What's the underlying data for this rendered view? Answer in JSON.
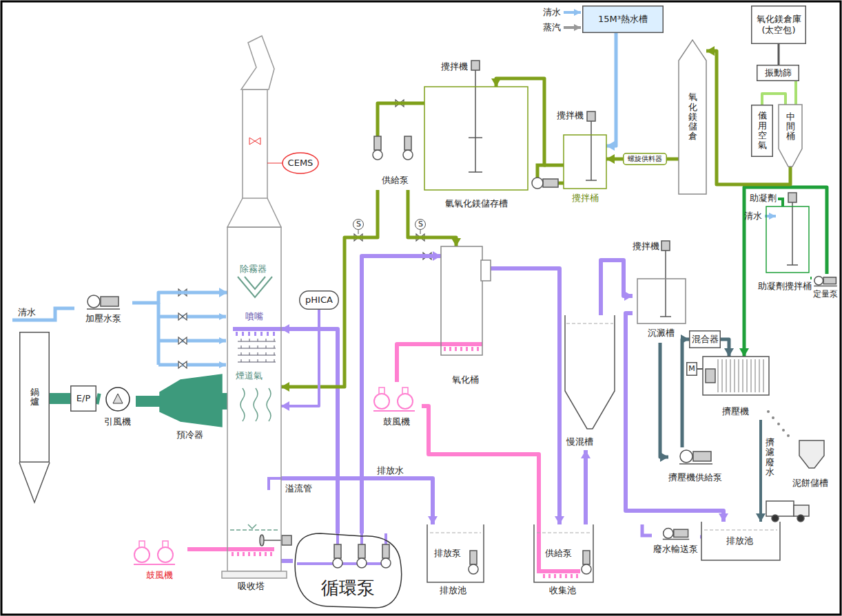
{
  "diagram": {
    "nodes": [
      {
        "text": [
          "鍋爐"
        ]
      },
      {
        "text": [
          "E/P"
        ]
      },
      {
        "text": [
          "引風機"
        ]
      },
      {
        "text": [
          "預冷器"
        ]
      },
      {
        "text": [
          "吸收塔"
        ]
      },
      {
        "text": [
          "CEMS"
        ]
      },
      {
        "text": [
          "pHICA"
        ]
      },
      {
        "text": [
          "加壓水泵"
        ]
      },
      {
        "text": [
          "循環泵"
        ]
      },
      {
        "text": [
          "鼓風機"
        ]
      },
      {
        "text": [
          "氧化桶"
        ]
      },
      {
        "text": [
          "鼓風機"
        ]
      },
      {
        "text": [
          "排放泵",
          "排放池"
        ]
      },
      {
        "text": [
          "供給泵",
          "收集池"
        ]
      },
      {
        "text": [
          "慢混槽"
        ]
      },
      {
        "text": [
          "沉澱槽"
        ]
      },
      {
        "text": [
          "混合器"
        ]
      },
      {
        "text": [
          "擠壓機"
        ]
      },
      {
        "text": [
          "擠壓機供給泵"
        ]
      },
      {
        "text": [
          "泥餅儲槽"
        ]
      },
      {
        "text": [
          "排放池"
        ]
      },
      {
        "text": [
          "廢水輸送泵"
        ]
      },
      {
        "text": [
          "助凝劑攪拌桶"
        ]
      },
      {
        "text": [
          "定量泵"
        ]
      },
      {
        "text": [
          "氫氧化鎂儲存槽"
        ]
      },
      {
        "text": [
          "供給泵"
        ]
      },
      {
        "text": [
          "15M³熱水槽"
        ]
      },
      {
        "text": [
          "攪拌桶"
        ]
      },
      {
        "text": [
          "螺旋供料器"
        ]
      },
      {
        "text": [
          "氧化鎂儲倉"
        ]
      },
      {
        "text": [
          "氧化鎂倉庫(太空包)"
        ]
      },
      {
        "text": [
          "振動篩"
        ]
      },
      {
        "text": [
          "儀用空氣"
        ]
      },
      {
        "text": [
          "中間桶"
        ]
      },
      {
        "text": [
          "M"
        ]
      }
    ],
    "edges": [
      {
        "from": 0,
        "to": 1,
        "arrow": "none"
      },
      {
        "from": 1,
        "to": 2,
        "arrow": "none"
      },
      {
        "from": 2,
        "to": 3,
        "arrow": "none"
      },
      {
        "from": 3,
        "to": 4,
        "arrow": "none"
      },
      {
        "from": 7,
        "to": 4,
        "arrow": "to"
      },
      {
        "from": 9,
        "to": 4,
        "arrow": "none"
      },
      {
        "from": 8,
        "to": 4,
        "arrow": "to"
      },
      {
        "from": 4,
        "to": 8,
        "arrow": "none"
      },
      {
        "from": 25,
        "to": 4,
        "arrow": "to"
      },
      {
        "from": 25,
        "to": 10,
        "arrow": "to"
      },
      {
        "from": 24,
        "to": 25,
        "arrow": "none"
      },
      {
        "from": 8,
        "to": 10,
        "arrow": "to"
      },
      {
        "from": 11,
        "to": 10,
        "arrow": "none"
      },
      {
        "from": 11,
        "to": 13,
        "arrow": "none"
      },
      {
        "from": 10,
        "to": 13,
        "arrow": "to"
      },
      {
        "from": 4,
        "to": 12,
        "label": "排放水",
        "arrow": "to"
      },
      {
        "from": 6,
        "to": 4,
        "arrow": "to"
      },
      {
        "from": 13,
        "to": 14,
        "arrow": "to"
      },
      {
        "from": 14,
        "to": 15,
        "arrow": "to"
      },
      {
        "from": 15,
        "to": 18,
        "arrow": "to"
      },
      {
        "from": 18,
        "to": 16,
        "arrow": "to"
      },
      {
        "from": 16,
        "to": 17,
        "arrow": "to"
      },
      {
        "from": 23,
        "to": 17,
        "arrow": "to"
      },
      {
        "from": 22,
        "to": 23,
        "arrow": "none"
      },
      {
        "from": 17,
        "to": 20,
        "arrow": "to"
      },
      {
        "from": 15,
        "to": 20,
        "arrow": "to"
      },
      {
        "from": 20,
        "to": 21,
        "arrow": "none"
      },
      {
        "from": 26,
        "to": 27,
        "arrow": "to"
      },
      {
        "from": 28,
        "to": 27,
        "arrow": "to"
      },
      {
        "from": 29,
        "to": 28,
        "arrow": "none"
      },
      {
        "from": 33,
        "to": 29,
        "arrow": "to"
      },
      {
        "from": 30,
        "to": 31,
        "arrow": "none"
      },
      {
        "from": 31,
        "to": 33,
        "arrow": "none"
      },
      {
        "from": 32,
        "to": 33,
        "arrow": "none"
      },
      {
        "from": 27,
        "to": 24,
        "arrow": "to"
      },
      {
        "from": 34,
        "to": 17,
        "arrow": "none"
      }
    ],
    "labels": [
      "除霧器",
      "噴嘴",
      "煙道氣",
      "清水",
      "溢流管",
      "清水",
      "蒸汽",
      "攪拌機",
      "攪拌機",
      "攪拌機",
      "助凝劑",
      "清水",
      "擠濾廢水",
      "S",
      "S"
    ]
  }
}
